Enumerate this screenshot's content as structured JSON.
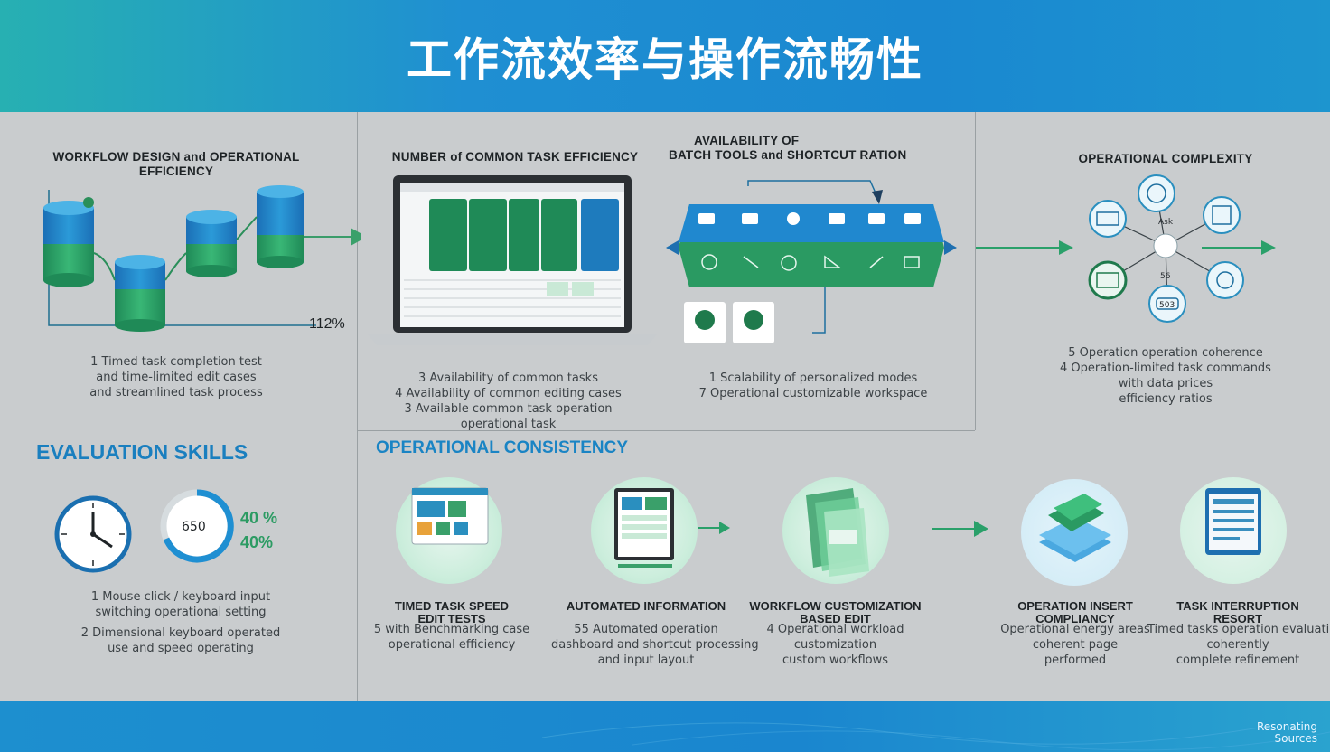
{
  "header": {
    "title": "工作流效率与操作流畅性"
  },
  "panels": {
    "p1": {
      "title": "WORKFLOW DESIGN and OPERATIONAL EFFICIENCY",
      "percent": "112%",
      "desc": [
        "1 Timed task completion test",
        "and time-limited edit cases",
        "and streamlined task process"
      ]
    },
    "p2": {
      "title": "NUMBER of COMMON TASK EFFICIENCY",
      "desc": [
        "3 Availability of common tasks",
        "4 Availability of common editing cases",
        "3 Available common task operation",
        "operational task"
      ]
    },
    "p3": {
      "title_line1": "AVAILABILITY OF",
      "title_line2": "BATCH TOOLS and SHORTCUT RATION",
      "desc": [
        "1 Scalability of personalized modes",
        "7 Operational customizable workspace"
      ]
    },
    "p4": {
      "title": "OPERATIONAL COMPLEXITY",
      "hub_labels": [
        "Ask",
        "56"
      ],
      "node_label": "503",
      "desc": [
        "5 Operation operation coherence",
        "4 Operation-limited task commands",
        "with data prices",
        "efficiency ratios"
      ]
    }
  },
  "evaluation": {
    "title": "EVALUATION SKILLS",
    "gauge_value": "650",
    "pct1": "40 %",
    "pct2": "40%",
    "desc": [
      "1 Mouse click / keyboard input",
      "switching operational setting",
      "2 Dimensional keyboard operated",
      "use and speed operating"
    ]
  },
  "consistency": {
    "title": "OPERATIONAL CONSISTENCY",
    "items": [
      {
        "title": [
          "TIMED TASK SPEED",
          "EDIT TESTS"
        ],
        "desc": [
          "5 with Benchmarking case",
          "operational efficiency"
        ]
      },
      {
        "title": [
          "AUTOMATED INFORMATION"
        ],
        "desc": [
          "55 Automated operation",
          "dashboard and shortcut processing",
          "and input layout"
        ]
      },
      {
        "title": [
          "WORKFLOW CUSTOMIZATION",
          "BASED EDIT"
        ],
        "desc": [
          "4 Operational workload",
          "customization",
          "custom workflows"
        ]
      }
    ]
  },
  "right_bottom": {
    "items": [
      {
        "title": [
          "OPERATION INSERT",
          "COMPLIANCY"
        ],
        "desc": [
          "Operational energy areas",
          "coherent page",
          "performed"
        ]
      },
      {
        "title": [
          "TASK INTERRUPTION",
          "RESORT"
        ],
        "desc": [
          "Timed tasks operation evaluation",
          "coherently",
          "complete refinement"
        ]
      }
    ]
  },
  "footer": {
    "logo_line1": "Resonating",
    "logo_line2": "Sources"
  },
  "colors": {
    "blue": "#1f8fd2",
    "green": "#2c9b63",
    "teal": "#27b0b2"
  }
}
